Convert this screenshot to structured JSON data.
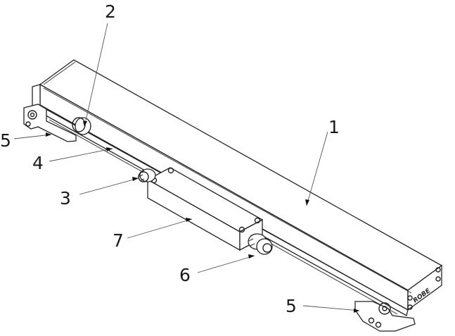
{
  "figure": {
    "callouts": [
      {
        "id": "1",
        "label": "1"
      },
      {
        "id": "2",
        "label": "2"
      },
      {
        "id": "3",
        "label": "3"
      },
      {
        "id": "4",
        "label": "4"
      },
      {
        "id": "5a",
        "label": "5"
      },
      {
        "id": "5b",
        "label": "5"
      },
      {
        "id": "6",
        "label": "6"
      },
      {
        "id": "7",
        "label": "7"
      }
    ],
    "brand_mark": "ROBE"
  }
}
